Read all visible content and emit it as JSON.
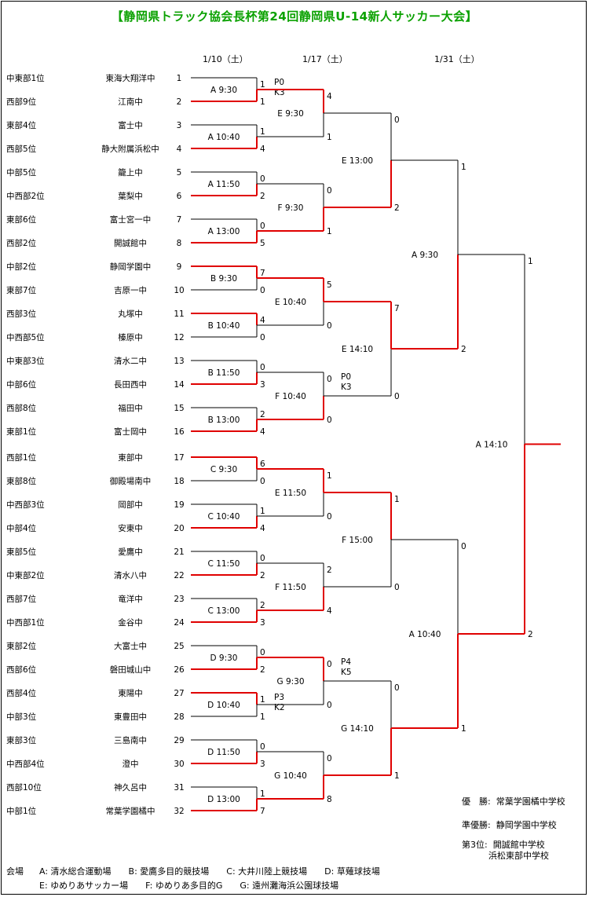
{
  "title": "【静岡県トラック協会長杯第24回静岡県U-14新人サッカー大会】",
  "dates": [
    "1/10（土）",
    "1/17（土）",
    "1/31（土）"
  ],
  "teams": [
    {
      "seed": "中東部1位",
      "name": "東海大翔洋中"
    },
    {
      "seed": "西部9位",
      "name": "江南中"
    },
    {
      "seed": "東部4位",
      "name": "富士中"
    },
    {
      "seed": "西部5位",
      "name": "静大附属浜松中"
    },
    {
      "seed": "中部5位",
      "name": "籠上中"
    },
    {
      "seed": "中西部2位",
      "name": "葉梨中"
    },
    {
      "seed": "東部6位",
      "name": "富士宮一中"
    },
    {
      "seed": "西部2位",
      "name": "開誠館中"
    },
    {
      "seed": "中部2位",
      "name": "静岡学園中"
    },
    {
      "seed": "東部7位",
      "name": "吉原一中"
    },
    {
      "seed": "西部3位",
      "name": "丸塚中"
    },
    {
      "seed": "中西部5位",
      "name": "榛原中"
    },
    {
      "seed": "中東部3位",
      "name": "清水二中"
    },
    {
      "seed": "中部6位",
      "name": "長田西中"
    },
    {
      "seed": "西部8位",
      "name": "福田中"
    },
    {
      "seed": "東部1位",
      "name": "富士岡中"
    },
    {
      "seed": "西部1位",
      "name": "東部中"
    },
    {
      "seed": "東部8位",
      "name": "御殿場南中"
    },
    {
      "seed": "中西部3位",
      "name": "岡部中"
    },
    {
      "seed": "中部4位",
      "name": "安東中"
    },
    {
      "seed": "東部5位",
      "name": "愛鷹中"
    },
    {
      "seed": "中東部2位",
      "name": "清水八中"
    },
    {
      "seed": "西部7位",
      "name": "竜洋中"
    },
    {
      "seed": "中西部1位",
      "name": "金谷中"
    },
    {
      "seed": "東部2位",
      "name": "大富士中"
    },
    {
      "seed": "西部6位",
      "name": "磐田城山中"
    },
    {
      "seed": "西部4位",
      "name": "東陽中"
    },
    {
      "seed": "中部3位",
      "name": "東豊田中"
    },
    {
      "seed": "東部3位",
      "name": "三島南中"
    },
    {
      "seed": "中西部4位",
      "name": "澄中"
    },
    {
      "seed": "西部10位",
      "name": "神久呂中"
    },
    {
      "seed": "中部1位",
      "name": "常葉学園橘中"
    }
  ],
  "r1": [
    {
      "label": "A  9:30",
      "s": [
        "1",
        "1"
      ],
      "pk": [
        "P0",
        "K3"
      ],
      "w": 1
    },
    {
      "label": "A  10:40",
      "s": [
        "1",
        "4"
      ],
      "w": 1
    },
    {
      "label": "A  11:50",
      "s": [
        "0",
        "2"
      ],
      "w": 1
    },
    {
      "label": "A  13:00",
      "s": [
        "0",
        "5"
      ],
      "w": 1
    },
    {
      "label": "B  9:30",
      "s": [
        "7",
        "0"
      ],
      "w": 0
    },
    {
      "label": "B  10:40",
      "s": [
        "4",
        "0"
      ],
      "w": 0
    },
    {
      "label": "B  11:50",
      "s": [
        "0",
        "3"
      ],
      "w": 1
    },
    {
      "label": "B  13:00",
      "s": [
        "2",
        "4"
      ],
      "w": 1
    },
    {
      "label": "C  9:30",
      "s": [
        "6",
        "0"
      ],
      "w": 0
    },
    {
      "label": "C  10:40",
      "s": [
        "1",
        "4"
      ],
      "w": 1
    },
    {
      "label": "C  11:50",
      "s": [
        "0",
        "2"
      ],
      "w": 1
    },
    {
      "label": "C  13:00",
      "s": [
        "2",
        "3"
      ],
      "w": 1
    },
    {
      "label": "D  9:30",
      "s": [
        "0",
        "2"
      ],
      "w": 1
    },
    {
      "label": "D  10:40",
      "s": [
        "1",
        "1"
      ],
      "pk": [
        "P3",
        "K2"
      ],
      "w": 0
    },
    {
      "label": "D  11:50",
      "s": [
        "0",
        "3"
      ],
      "w": 1
    },
    {
      "label": "D  13:00",
      "s": [
        "1",
        "7"
      ],
      "w": 1
    }
  ],
  "r2": [
    {
      "label": "E  9:30",
      "s": [
        "4",
        "1"
      ],
      "w": 0
    },
    {
      "label": "F  9:30",
      "s": [
        "0",
        "1"
      ],
      "w": 1
    },
    {
      "label": "E  10:40",
      "s": [
        "5",
        "0"
      ],
      "w": 0
    },
    {
      "label": "F  10:40",
      "s": [
        "0",
        "0"
      ],
      "pk": [
        "P0",
        "K3"
      ],
      "w": 1
    },
    {
      "label": "E  11:50",
      "s": [
        "1",
        "0"
      ],
      "w": 0
    },
    {
      "label": "F  11:50",
      "s": [
        "2",
        "4"
      ],
      "w": 1
    },
    {
      "label": "G  9:30",
      "s": [
        "0",
        "0"
      ],
      "pk": [
        "P4",
        "K5"
      ],
      "w": 0
    },
    {
      "label": "G  10:40",
      "s": [
        "0",
        "8"
      ],
      "w": 1
    }
  ],
  "r3": [
    {
      "label": "E  13:00",
      "s": [
        "0",
        "2"
      ],
      "w": 1
    },
    {
      "label": "E  14:10",
      "s": [
        "7",
        "0"
      ],
      "w": 0
    },
    {
      "label": "F  15:00",
      "s": [
        "1",
        "0"
      ],
      "w": 0
    },
    {
      "label": "G  14:10",
      "s": [
        "0",
        "1"
      ],
      "w": 1
    }
  ],
  "r4": [
    {
      "label": "A  9:30",
      "s": [
        "1",
        "2"
      ],
      "w": 1
    },
    {
      "label": "A  10:40",
      "s": [
        "0",
        "1"
      ],
      "w": 1
    }
  ],
  "final": {
    "label": "A  14:10",
    "s": [
      "1",
      "2"
    ],
    "w": 1
  },
  "results": {
    "champion": "優　勝:  常葉学園橘中学校",
    "runner_up": "準優勝:  静岡学園中学校",
    "third_1": "第3位:  開誠館中学校",
    "third_2": "浜松東部中学校"
  },
  "venues": {
    "label": "会場",
    "line1": "A: 清水総合運動場　　B: 愛鷹多目的競技場　　C: 大井川陸上競技場　　D: 草薙球技場",
    "line2": "E: ゆめりあサッカー場　　F: ゆめりあ多目的G　　G: 遠州灘海浜公園球技場"
  },
  "colors": {
    "winner_line": "#e00000",
    "loser_line": "#000000",
    "title": "#0aa100"
  }
}
